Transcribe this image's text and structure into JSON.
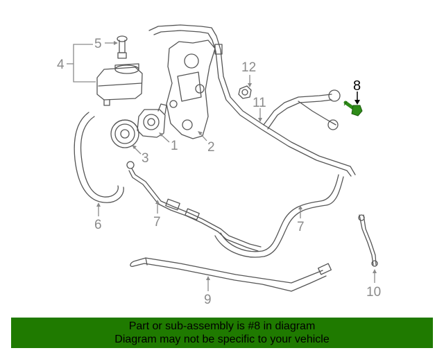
{
  "colors": {
    "banner_bg": "#1f7a00",
    "highlight_part": "#2e8b18",
    "callout_gray": "#8a8a8a",
    "line_art": "#555555"
  },
  "callouts": {
    "c1": "1",
    "c2": "2",
    "c3": "3",
    "c4": "4",
    "c5": "5",
    "c6": "6",
    "c7a": "7",
    "c7b": "7",
    "c7c": "7",
    "c8": "8",
    "c9": "9",
    "c10": "10",
    "c11": "11",
    "c12": "12"
  },
  "banner": {
    "line1": "Part or sub-assembly is #8 in diagram",
    "line2": "Diagram may not be specific to your vehicle"
  }
}
